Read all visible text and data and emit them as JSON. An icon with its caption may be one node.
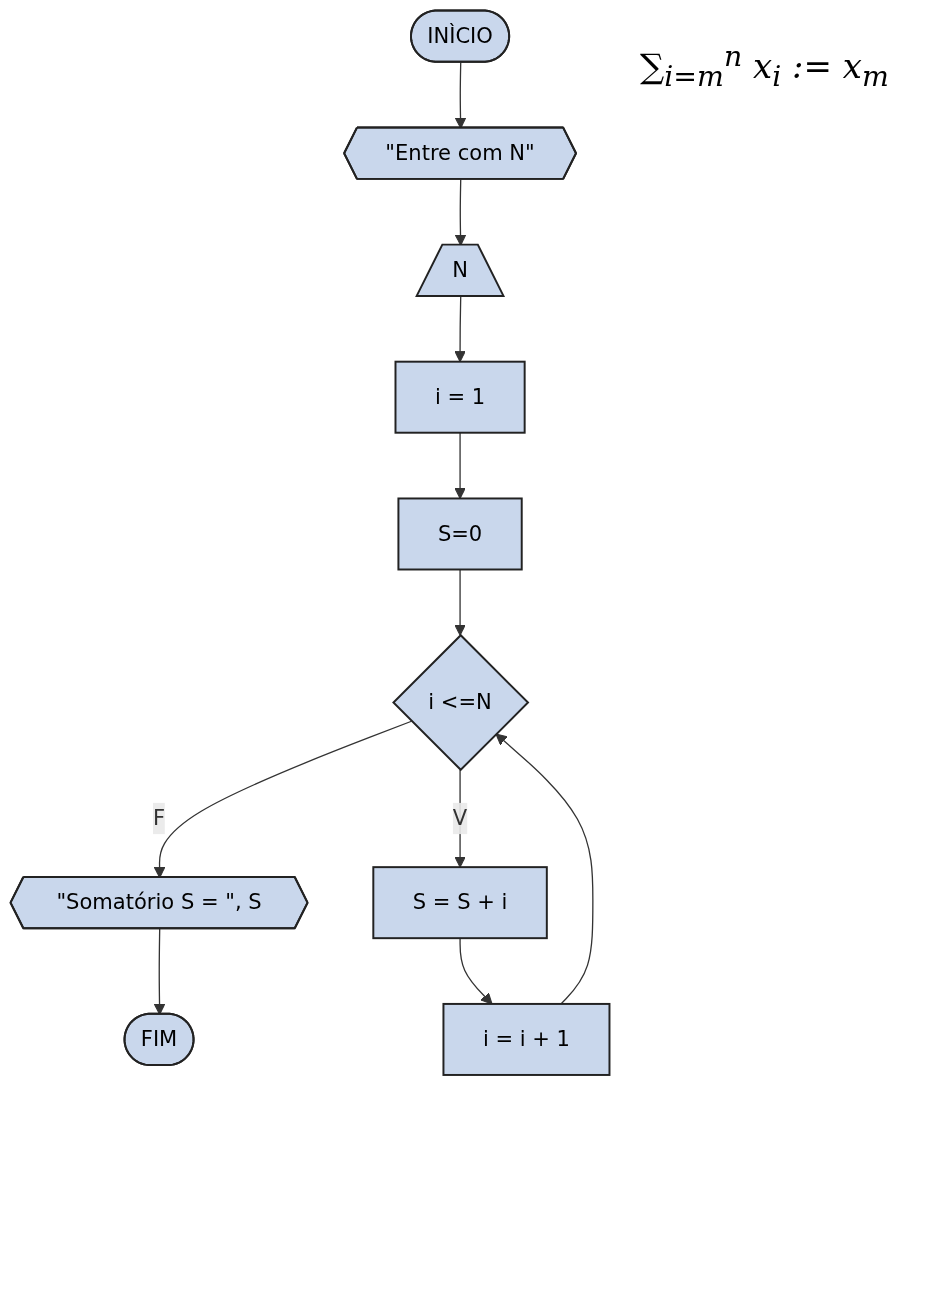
{
  "diagram": {
    "nodes": [
      {
        "text": [
          "INÌCIO"
        ]
      },
      {
        "text": [
          "\"Entre com N\""
        ]
      },
      {
        "text": [
          "N"
        ]
      },
      {
        "text": [
          "i = 1"
        ]
      },
      {
        "text": [
          "S=0"
        ]
      },
      {
        "text": [
          "i <=N"
        ]
      },
      {
        "text": [
          "\"Somatório S = \", S"
        ]
      },
      {
        "text": [
          "S = S + i"
        ]
      },
      {
        "text": [
          "i = i + 1"
        ]
      },
      {
        "text": [
          "FIM"
        ]
      }
    ],
    "edges": [
      {
        "from": 0,
        "to": 1,
        "arrow": "to"
      },
      {
        "from": 1,
        "to": 2,
        "arrow": "to"
      },
      {
        "from": 2,
        "to": 3,
        "arrow": "to"
      },
      {
        "from": 3,
        "to": 4,
        "arrow": "to"
      },
      {
        "from": 4,
        "to": 5,
        "arrow": "to"
      },
      {
        "from": 5,
        "to": 6,
        "label": "F",
        "arrow": "to"
      },
      {
        "from": 5,
        "to": 7,
        "label": "V",
        "arrow": "to"
      },
      {
        "from": 7,
        "to": 8,
        "arrow": "to"
      },
      {
        "from": 8,
        "to": 5,
        "arrow": "to"
      },
      {
        "from": 6,
        "to": 9,
        "arrow": "to"
      }
    ],
    "labels": [
      "∑$_{i=m}$$^{n}$ x$_{i}$ := x$_{m}$"
    ]
  }
}
